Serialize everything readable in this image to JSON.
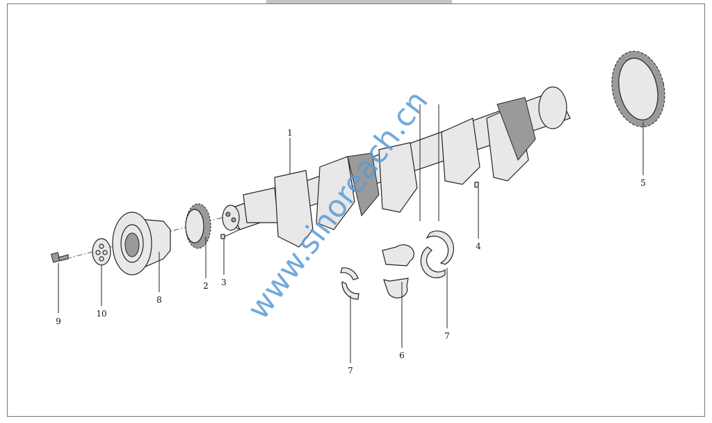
{
  "diagram": {
    "callouts": [
      "1",
      "2",
      "3",
      "4",
      "5",
      "6",
      "7",
      "7",
      "8",
      "9",
      "10"
    ],
    "watermark": "www.sinoreach.cn"
  }
}
